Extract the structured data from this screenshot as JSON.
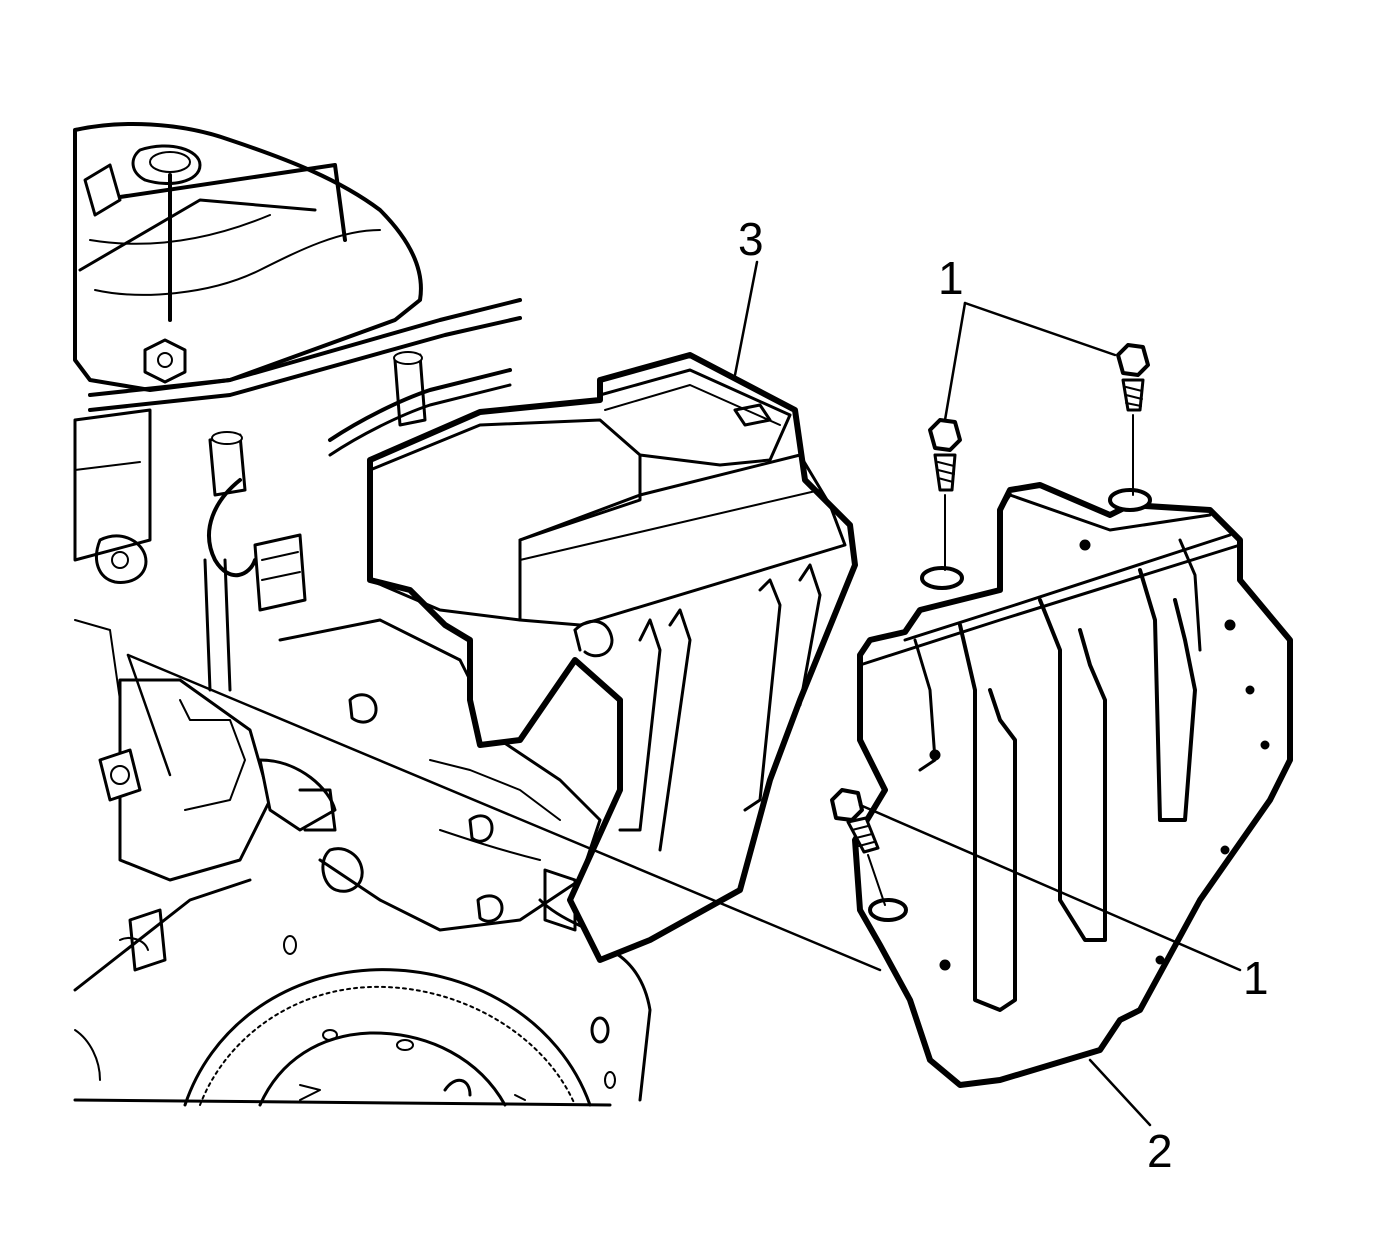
{
  "callouts": {
    "part_3": "3",
    "part_1_upper": "1",
    "part_1_lower": "1",
    "part_2": "2"
  },
  "colors": {
    "line": "#000000",
    "fill": "#ffffff"
  }
}
